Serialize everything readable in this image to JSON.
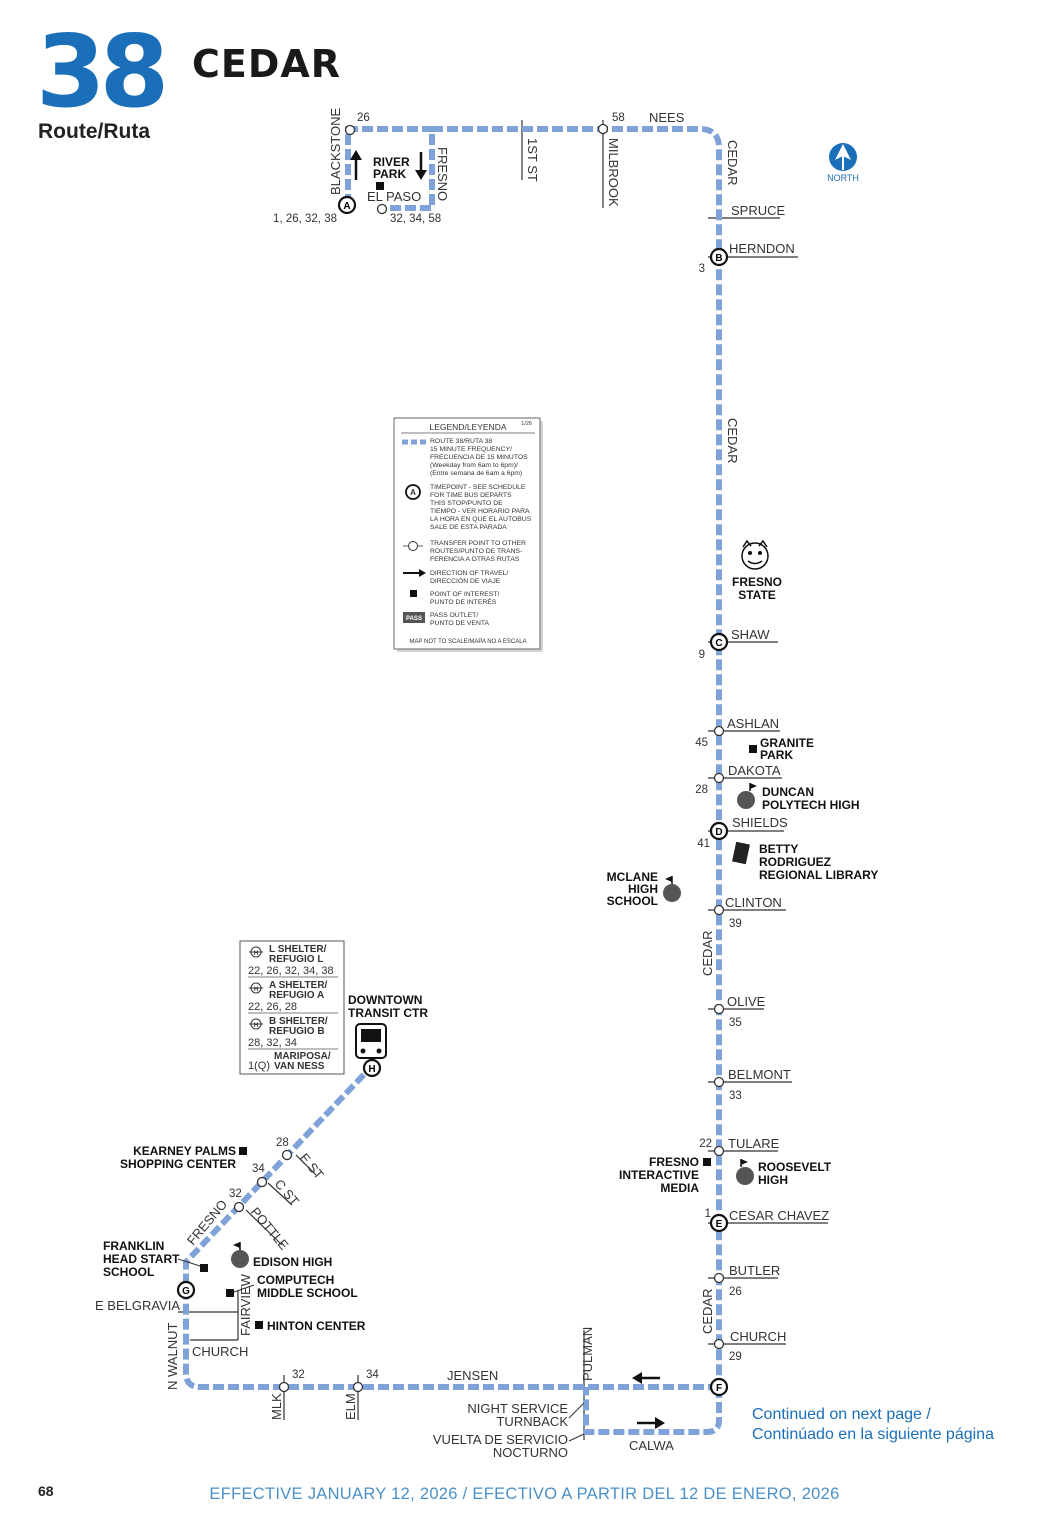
{
  "header": {
    "route_number": "38",
    "route_label": "Route/Ruta",
    "route_name": "CEDAR",
    "north_label": "NORTH"
  },
  "colors": {
    "route": "#7fa3d8",
    "accent": "#1b6fb8",
    "text": "#222222",
    "street": "#333333"
  },
  "streets": {
    "blackstone": "BLACKSTONE",
    "fresno_n": "FRESNO",
    "first_st": "1ST ST",
    "milbrook": "MILBROOK",
    "nees": "NEES",
    "cedar_top": "CEDAR",
    "el_paso": "EL PASO",
    "spruce": "SPRUCE",
    "herndon": "HERNDON",
    "cedar_mid": "CEDAR",
    "shaw": "SHAW",
    "ashlan": "ASHLAN",
    "dakota": "DAKOTA",
    "shields": "SHIELDS",
    "clinton": "CLINTON",
    "cedar_low": "CEDAR",
    "olive": "OLIVE",
    "belmont": "BELMONT",
    "tulare": "TULARE",
    "cesar_chavez": "CESAR CHAVEZ",
    "butler": "BUTLER",
    "cedar_bottom": "CEDAR",
    "church_e": "CHURCH",
    "pulman": "PULMAN",
    "jensen": "JENSEN",
    "calwa": "CALWA",
    "mlk": "MLK",
    "elm": "ELM",
    "n_walnut": "N WALNUT",
    "church_w": "CHURCH",
    "e_belgravia": "E BELGRAVIA",
    "fairview": "FAIRVIEW",
    "fresno_sw": "FRESNO",
    "pottle": "POTTLE",
    "c_st": "C ST",
    "e_st": "E ST"
  },
  "transfers": {
    "t26": "26",
    "t58": "58",
    "a_routes": "1, 26, 32, 38",
    "elpaso_routes": "32, 34, 58",
    "b": "3",
    "c": "9",
    "ashlan": "45",
    "dakota": "28",
    "d": "41",
    "clinton": "39",
    "olive": "35",
    "belmont": "33",
    "tulare": "22",
    "e": "1",
    "butler": "26",
    "church": "29",
    "mlk": "32",
    "elm": "34",
    "e_st": "28",
    "c_st": "34",
    "pottle": "32"
  },
  "timepoints": [
    "A",
    "B",
    "C",
    "D",
    "E",
    "F",
    "G",
    "H"
  ],
  "poi": {
    "river_park": [
      "RIVER",
      "PARK"
    ],
    "fresno_state": [
      "FRESNO",
      "STATE"
    ],
    "granite_park": [
      "GRANITE",
      "PARK"
    ],
    "duncan": [
      "DUNCAN",
      "POLYTECH HIGH"
    ],
    "library": [
      "BETTY",
      "RODRIGUEZ",
      "REGIONAL LIBRARY"
    ],
    "mclane": [
      "MCLANE",
      "HIGH",
      "SCHOOL"
    ],
    "fim": [
      "FRESNO",
      "INTERACTIVE",
      "MEDIA"
    ],
    "roosevelt": [
      "ROOSEVELT",
      "HIGH"
    ],
    "downtown": [
      "DOWNTOWN",
      "TRANSIT CTR"
    ],
    "kearney": [
      "KEARNEY PALMS",
      "SHOPPING CENTER"
    ],
    "franklin": [
      "FRANKLIN",
      "HEAD START",
      "SCHOOL"
    ],
    "edison": "EDISON HIGH",
    "computech": [
      "COMPUTECH",
      "MIDDLE SCHOOL"
    ],
    "hinton": "HINTON CENTER"
  },
  "night_service": [
    "NIGHT SERVICE",
    "TURNBACK",
    "VUELTA DE SERVICIO",
    "NOCTURNO"
  ],
  "legend": {
    "title": "LEGEND/LEYENDA",
    "version": "1/26",
    "route": [
      "ROUTE 38/RUTA 38",
      "15 MINUTE FREQUENCY/",
      "FRECUENCIA DE 15 MINUTOS",
      "(Weekday from 6am to 6pm)/",
      "(Entre semana de 6am a 6pm)"
    ],
    "timepoint": [
      "TIMEPOINT - SEE SCHEDULE",
      "FOR TIME BUS DEPARTS",
      "THIS STOP/PUNTO DE",
      "TIEMPO - VER HORARIO PARA",
      "LA HORA EN QUE EL AUTOBUS",
      "SALE DE ESTA PARADA"
    ],
    "transfer": [
      "TRANSFER POINT TO OTHER",
      "ROUTES/PUNTO DE TRANS-",
      "FERENCIA A OTRAS RUTAS"
    ],
    "direction": [
      "DIRECTION OF TRAVEL/",
      "DIRECCIÓN DE VIAJE"
    ],
    "poi": [
      "POINT OF INTEREST/",
      "PUNTO DE INTERÉS"
    ],
    "pass": [
      "PASS OUTLET/",
      "PUNTO DE VENTA"
    ],
    "pass_icon": "PASS",
    "note": "MAP NOT TO SCALE/MAPA NO A ESCALA"
  },
  "shelters": {
    "l_title": [
      "L SHELTER/",
      "REFUGIO L"
    ],
    "l_routes": "22, 26, 32, 34, 38",
    "a_title": [
      "A SHELTER/",
      "REFUGIO A"
    ],
    "a_routes": "22, 26, 28",
    "b_title": [
      "B SHELTER/",
      "REFUGIO B"
    ],
    "b_routes": "28, 32, 34",
    "q_title": [
      "MARIPOSA/",
      "VAN NESS"
    ],
    "q_routes": "1(Q)"
  },
  "continued": [
    "Continued on next page /",
    "Continúado en la siguiente página"
  ],
  "footer": {
    "page_number": "68",
    "effective": "EFFECTIVE JANUARY 12, 2026 / EFECTIVO A PARTIR DEL 12 DE ENERO, 2026"
  }
}
